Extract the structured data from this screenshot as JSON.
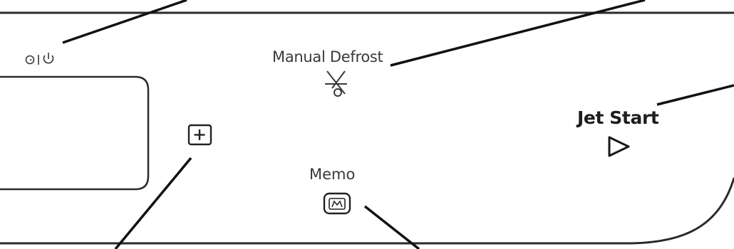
{
  "panel": {
    "defrost_label": "Manual Defrost",
    "memo_label": "Memo",
    "jet_start_label": "Jet Start"
  },
  "icons": {
    "timer_power": "clock-power-icon",
    "plus": "plus-icon",
    "defrost": "snowflake-defrost-icon",
    "memo": "memo-m-icon",
    "play": "play-triangle-icon"
  },
  "colors": {
    "ink": "#1a1a1a",
    "label": "#3a3a3a",
    "background": "#ffffff"
  }
}
